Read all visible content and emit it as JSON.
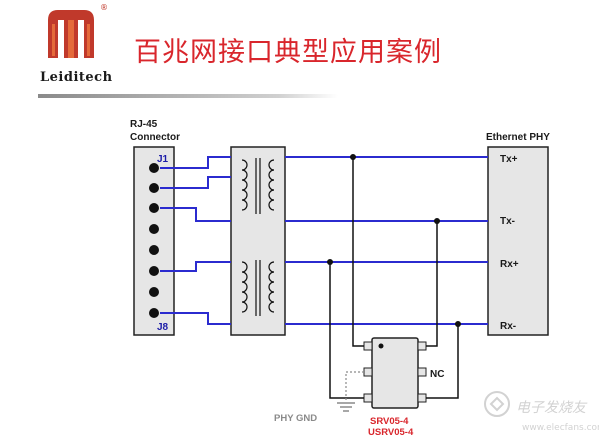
{
  "brand": {
    "name": "Leiditech",
    "registered_mark": "®"
  },
  "title": "百兆网接口典型应用案例",
  "diagram": {
    "connector_title_line1": "RJ-45",
    "connector_title_line2": "Connector",
    "pin_top": "J1",
    "pin_bottom": "J8",
    "phy_title": "Ethernet PHY",
    "phy_pins": [
      "Tx+",
      "Tx-",
      "Rx+",
      "Rx-"
    ],
    "nc_label": "NC",
    "gnd_label": "PHY GND",
    "device_line1": "SRV05-4",
    "device_line2": "USRV05-4"
  },
  "colors": {
    "title": "#d9262c",
    "wire": "#2b2bcf",
    "device_label": "#d9262c",
    "logo_red": "#c0392b"
  },
  "watermark": {
    "text": "电子发烧友",
    "url": "www.elecfans.com"
  }
}
